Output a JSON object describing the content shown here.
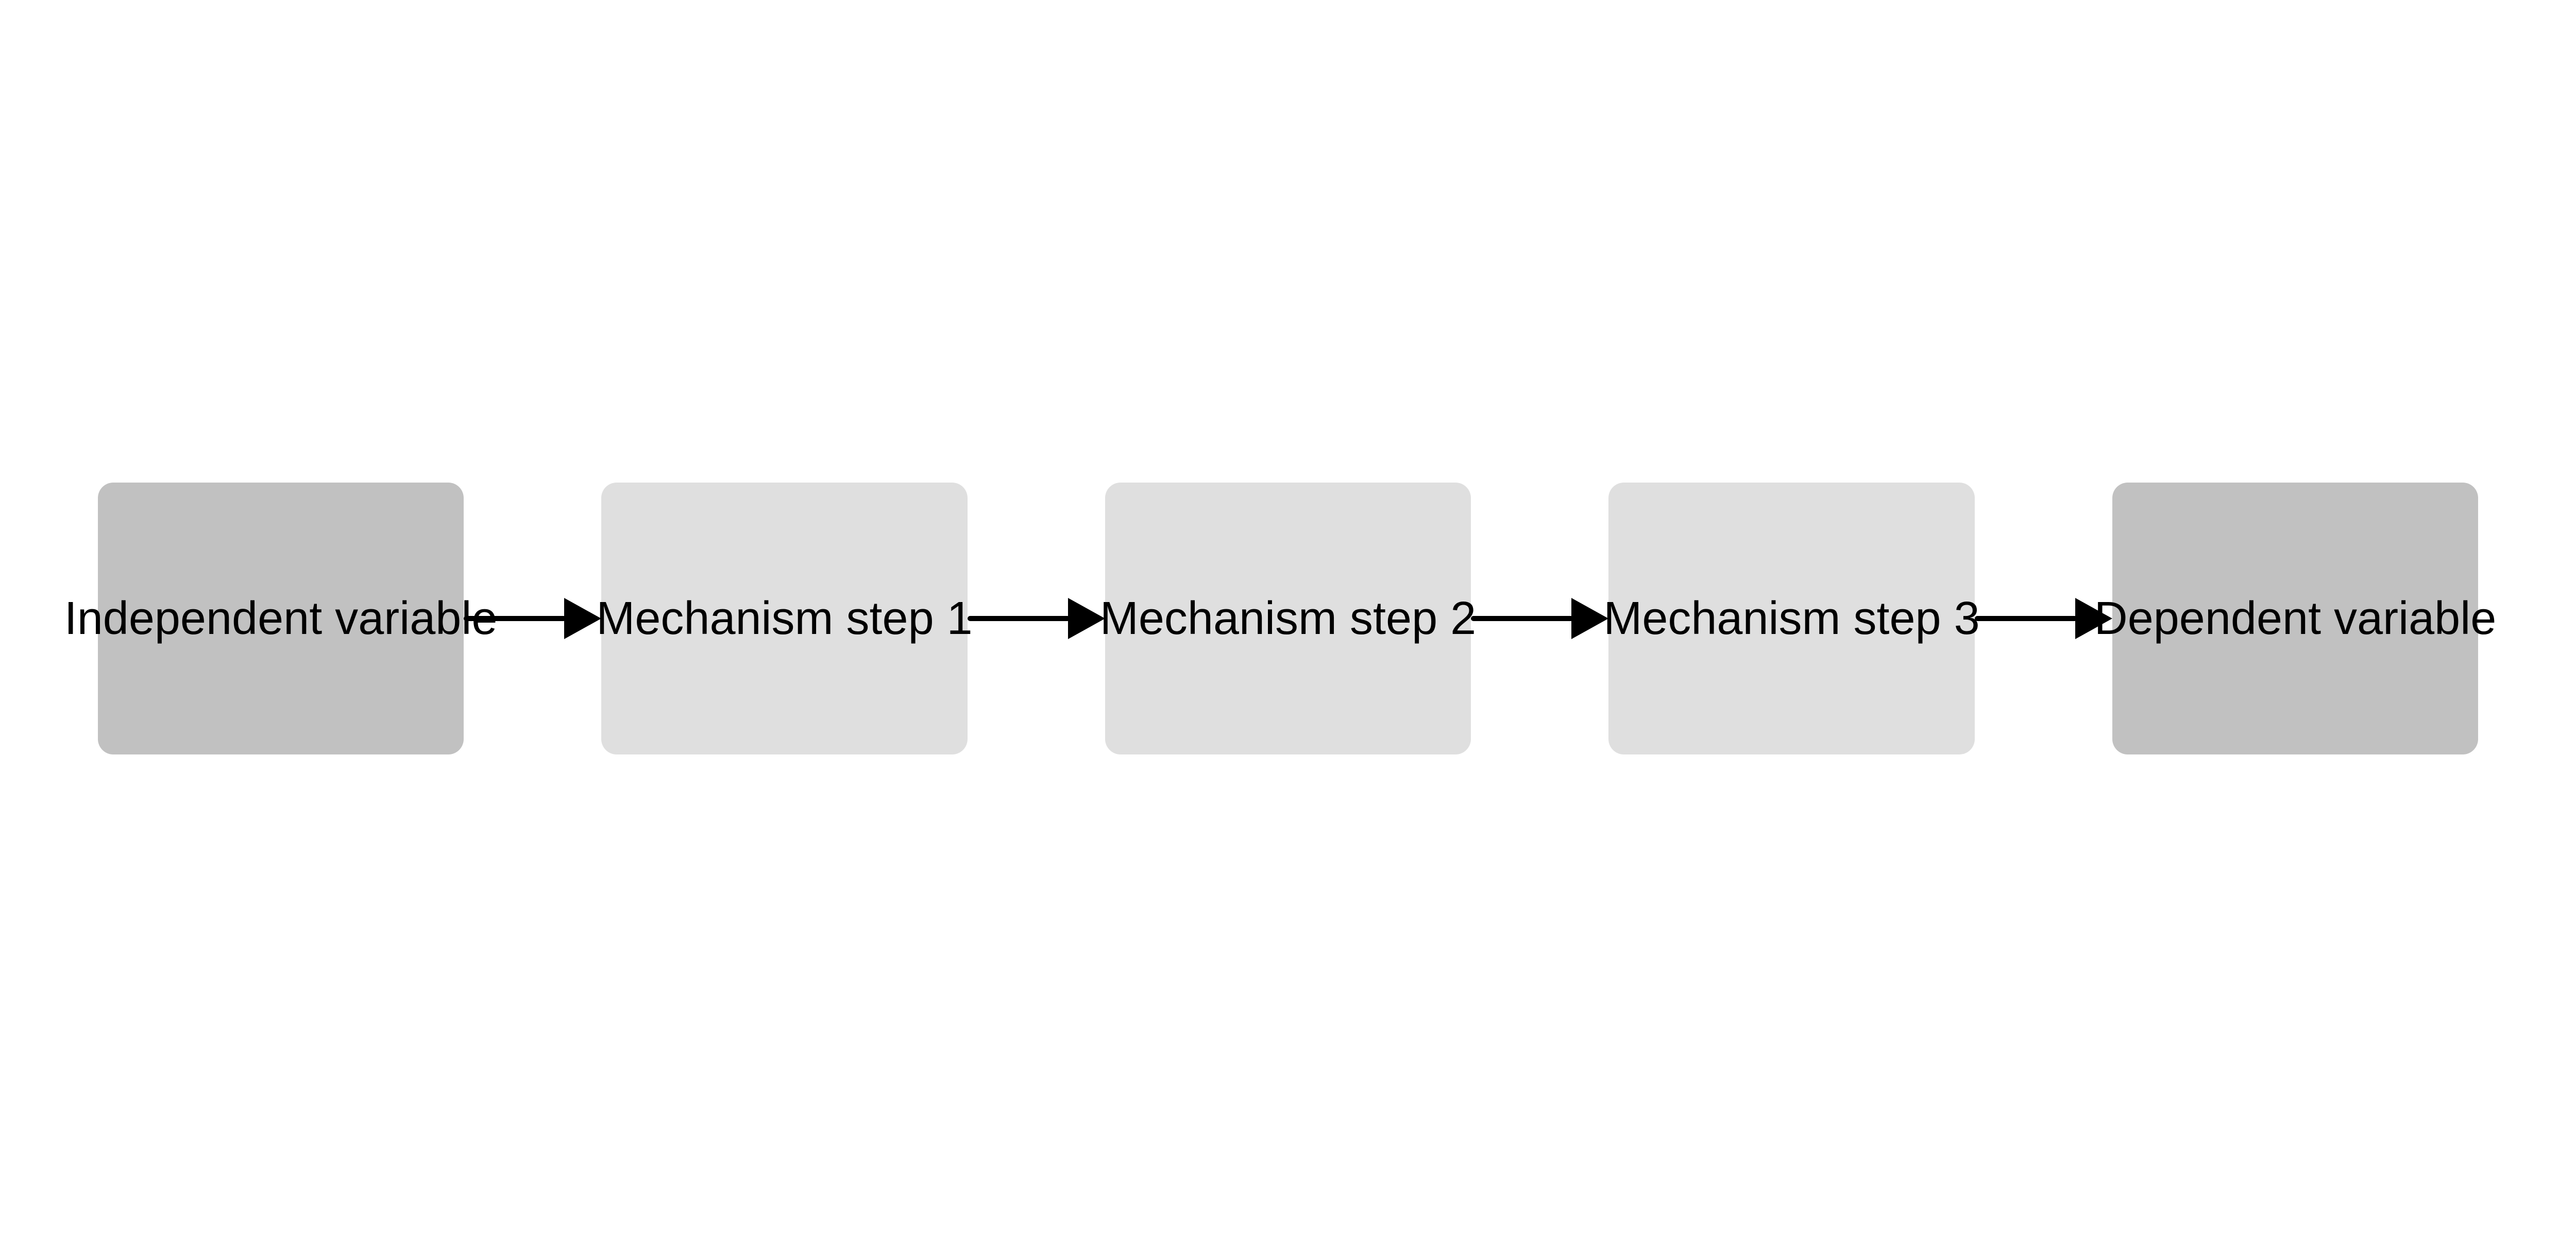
{
  "diagram": {
    "nodes": [
      {
        "label": "Independent variable",
        "fill": "#c1c1c1"
      },
      {
        "label": "Mechanism step 1",
        "fill": "#dfdfdf"
      },
      {
        "label": "Mechanism step 2",
        "fill": "#dfdfdf"
      },
      {
        "label": "Mechanism step 3",
        "fill": "#dfdfdf"
      },
      {
        "label": "Dependent variable",
        "fill": "#c1c1c1"
      }
    ],
    "edges": [
      {
        "from": 0,
        "to": 1
      },
      {
        "from": 1,
        "to": 2
      },
      {
        "from": 2,
        "to": 3
      },
      {
        "from": 3,
        "to": 4
      }
    ],
    "arrow_color": "#000000"
  }
}
